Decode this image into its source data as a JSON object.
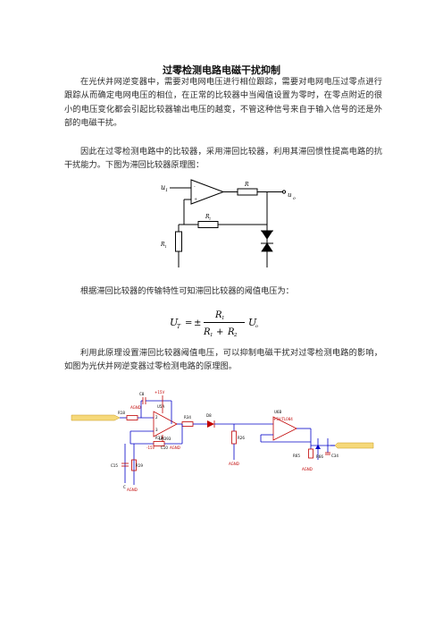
{
  "document": {
    "title": "过零检测电路电磁干扰抑制",
    "paragraphs": [
      "在光伏并网逆变器中，需要对电网电压进行相位跟踪，需要对电网电压过零点进行跟踪从而确定电网电压的相位，在正常的比较器中当阈值设置为零时，在零点附近的很小的电压变化都会引起比较器输出电压的越变，不管这种信号来自于输入信号的还是外部的电磁干扰。",
      "因此在过零检测电路中的比较器，采用滞回比较器，利用其滞回惯性提高电路的抗干扰能力。下图为滞回比较器原理图：",
      "根据滞回比较器的传输特性可知滞回比较器的阈值电压为：",
      "利用此原理设置滞回比较器阈值电压，可以抑制电磁干扰对过零检测电路的影响，如图为光伏并网逆变器过零检测电路的原理图。"
    ]
  },
  "figure1": {
    "labels": {
      "input": "u",
      "input_sub": "1",
      "output": "u",
      "output_sub": "o",
      "r_out": "R",
      "r_feedback": "R",
      "r_feedback_sub": "2",
      "r_ground": "R",
      "r_ground_sub": "1"
    }
  },
  "formula": {
    "lhs": "U",
    "lhs_sub": "T",
    "equals": "=",
    "pm": "±",
    "num": "R",
    "num_sub": "1",
    "den_a": "R",
    "den_a_sub": "1",
    "plus": "+",
    "den_b": "R",
    "den_b_sub": "2",
    "rhs": "U",
    "rhs_sub": "o"
  },
  "figure2": {
    "labels": {
      "c8": "C8",
      "v15": "+15V",
      "agnd1": "AGND",
      "r18": "R18",
      "u5a": "U5A",
      "r34": "R34",
      "d8": "D8",
      "r26": "R26",
      "agnd2": "AGND",
      "u6b": "U6B",
      "c9": "+5V-TL084",
      "r65": "R65",
      "r65b": "R66",
      "c34": "C34",
      "agnd3": "AGND",
      "c15": "C15",
      "r19": "R19",
      "r33": "R33",
      "neg15": "-15V",
      "c10": "C10",
      "agnd4": "AGND",
      "agnd5": "AGND",
      "lm": "LM393",
      "c": "C"
    }
  }
}
